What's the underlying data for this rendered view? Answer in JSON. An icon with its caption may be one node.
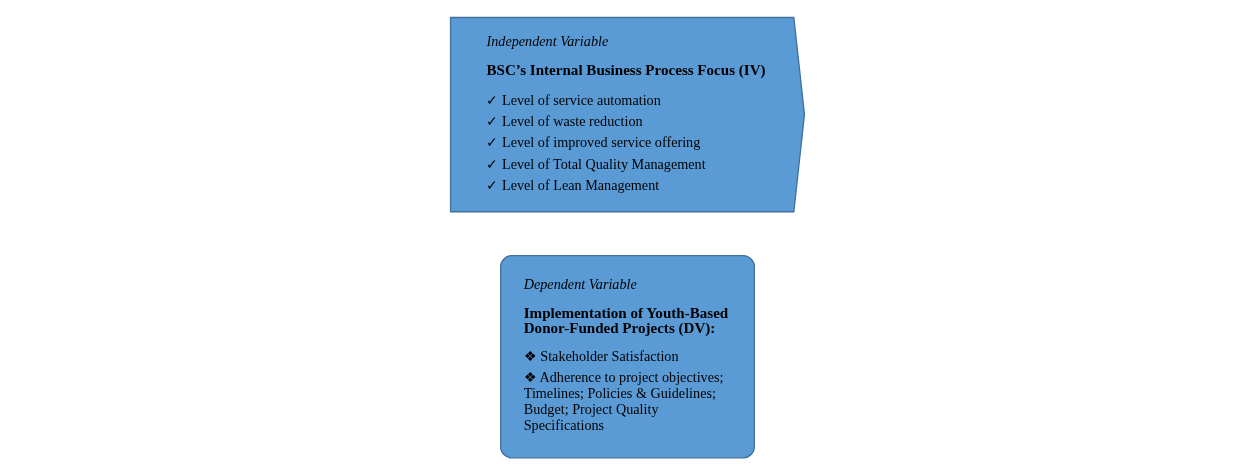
{
  "diagram": {
    "nodes": [
      {
        "text": [
          "Independent Variable",
          "BSC’s Internal Business Process Focus (IV)",
          "✓ Level of service automation",
          "✓ Level of waste reduction",
          "✓ Level of improved service offering",
          "✓ Level of Total Quality Management",
          "✓ Level of Lean Management"
        ]
      },
      {
        "text": [
          "Dependent Variable",
          "Implementation of Youth-Based Donor-Funded Projects (DV):",
          "❖ Stakeholder Satisfaction",
          "❖ Adherence to project objectives; Timelines; Policies & Guidelines; Budget; Project Quality Specifications"
        ]
      }
    ]
  }
}
